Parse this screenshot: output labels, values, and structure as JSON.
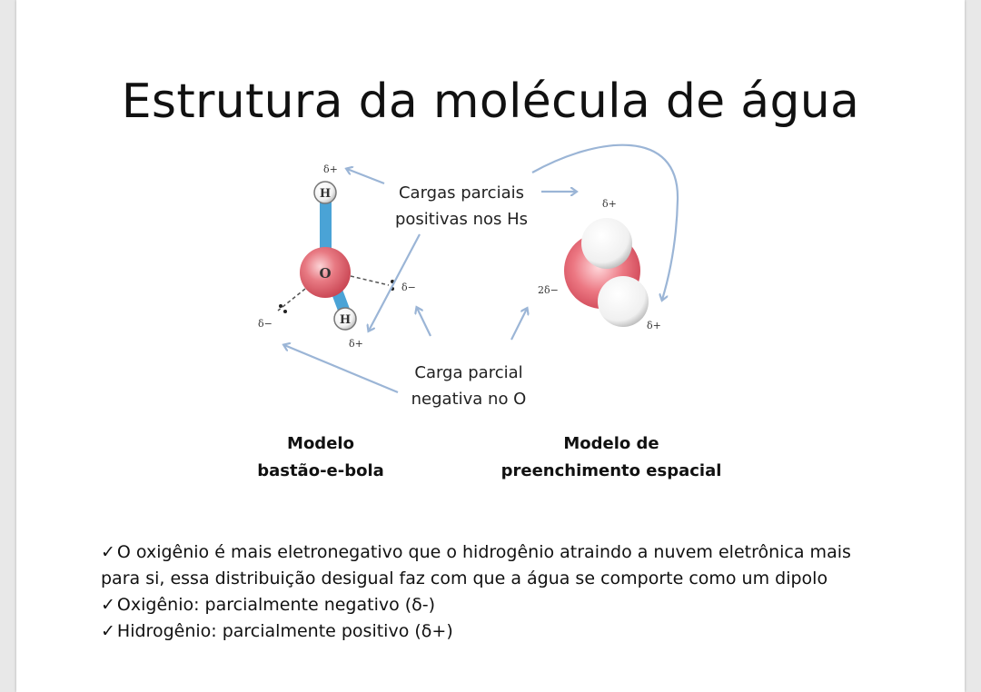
{
  "slide": {
    "title": "Estrutura da molécula de água",
    "callouts": {
      "positive_line1": "Cargas parciais",
      "positive_line2": "positivas nos Hs",
      "negative_line1": "Carga parcial",
      "negative_line2": "negativa no O"
    },
    "models": {
      "ball_stick_line1": "Modelo",
      "ball_stick_line2": "bastão-e-bola",
      "space_fill_line1": "Modelo de",
      "space_fill_line2": "preenchimento espacial"
    },
    "atom_labels": {
      "hydrogen": "H",
      "oxygen": "O",
      "delta_plus": "δ+",
      "delta_minus": "δ−",
      "two_delta_minus": "2δ−"
    },
    "bullets": [
      {
        "text": "O oxigênio é mais eletronegativo que o hidrogênio atraindo a nuvem eletrônica mais para si, essa distribuição desigual faz com que a água se comporte como um dipolo"
      },
      {
        "text": "Oxigênio: parcialmente negativo (δ-)"
      },
      {
        "text": "Hidrogênio: parcialmente positivo (δ+)"
      }
    ],
    "colors": {
      "arrow": "#9bb5d6",
      "oxygen": "#e0626e",
      "bond": "#4aa3d6",
      "text": "#111111"
    }
  }
}
